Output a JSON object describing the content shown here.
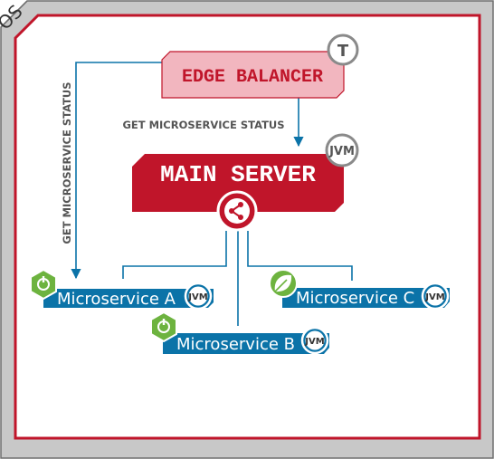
{
  "os_label": "OS",
  "edge_balancer": {
    "title": "EDGE BALANCER",
    "badge": "T"
  },
  "main_server": {
    "title": "MAIN SERVER",
    "badge": "JVM"
  },
  "edges": {
    "status_horizontal": "GET MICROSERVICE STATUS",
    "status_vertical": "GET MICROSERVICE STATUS"
  },
  "microservices": [
    {
      "name": "Microservice A",
      "badge": "JVM",
      "icon": "spring-boot-icon"
    },
    {
      "name": "Microservice B",
      "badge": "JVM",
      "icon": "spring-boot-icon"
    },
    {
      "name": "Microservice C",
      "badge": "JVM",
      "icon": "spring-leaf-icon"
    }
  ],
  "colors": {
    "frame_gray": "#c8c8c8",
    "frame_border": "#6e6e6e",
    "accent_red": "#c0152a",
    "balancer_fill": "#f2b6bf",
    "service_blue": "#0b73a8",
    "spring_green": "#6db33f"
  }
}
